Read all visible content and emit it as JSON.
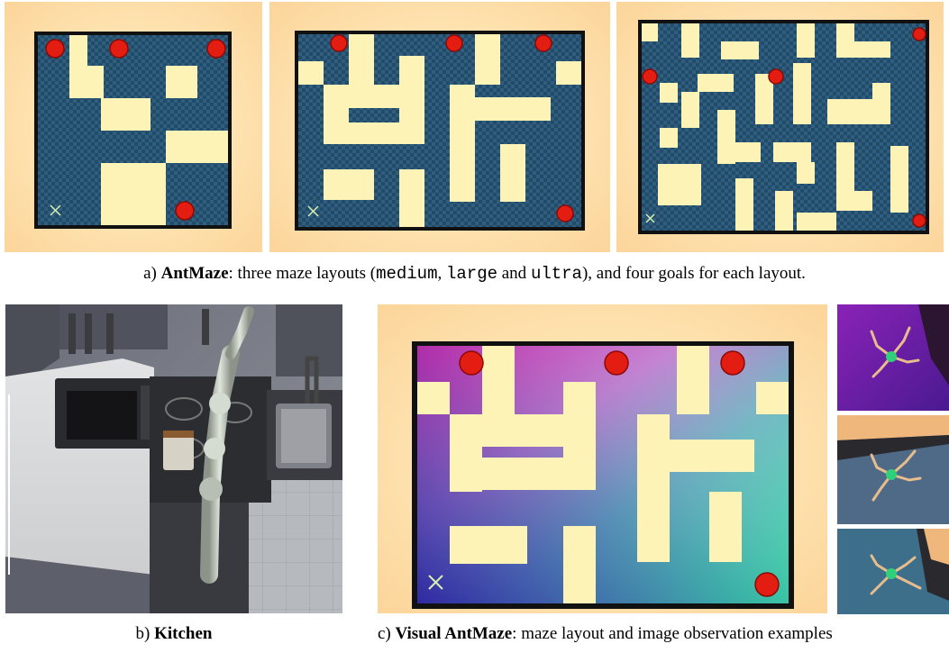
{
  "figure": {
    "colors": {
      "wall": "#fdf3b6",
      "floor": "#234b68",
      "goal": "#e31d12",
      "border": "#111111"
    },
    "captions": {
      "a": {
        "prefix": "a) ",
        "bold": "AntMaze",
        "text_before": ": three maze layouts (",
        "layout_medium": "medium",
        "sep1": ", ",
        "layout_large": "large",
        "sep2": " and ",
        "layout_ultra": "ultra",
        "text_after": "), and four goals for each layout."
      },
      "b": {
        "prefix": "b) ",
        "bold": "Kitchen"
      },
      "c": {
        "prefix": "c) ",
        "bold": "Visual AntMaze",
        "text": ": maze layout and image observation examples"
      }
    }
  }
}
